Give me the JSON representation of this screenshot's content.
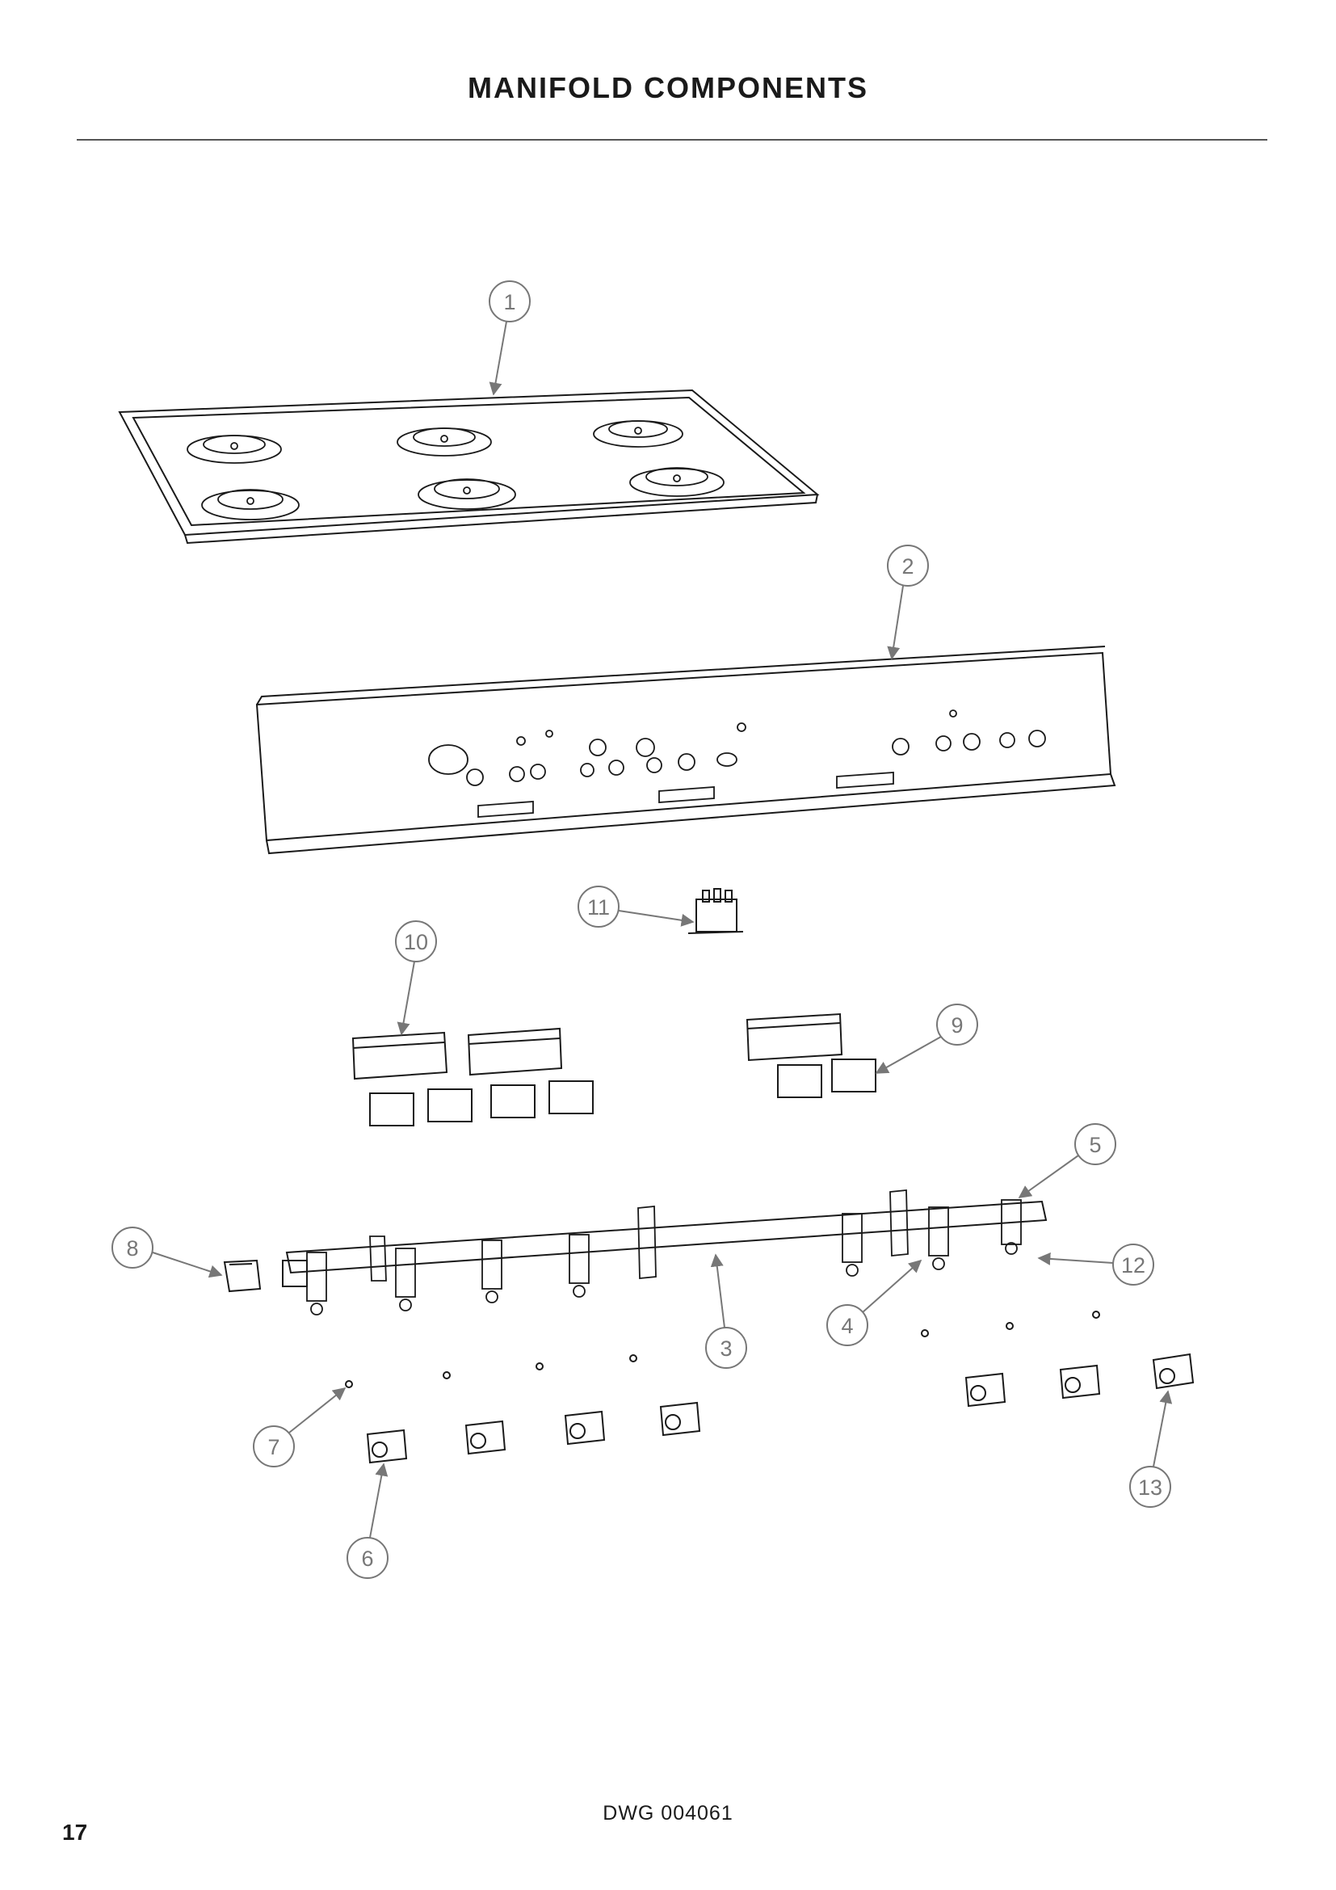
{
  "page": {
    "title": "MANIFOLD COMPONENTS",
    "drawing_number": "DWG 004061",
    "page_number": "17"
  },
  "callouts": {
    "c1": "1",
    "c2": "2",
    "c3": "3",
    "c4": "4",
    "c5": "5",
    "c6": "6",
    "c7": "7",
    "c8": "8",
    "c9": "9",
    "c10": "10",
    "c11": "11",
    "c12": "12",
    "c13": "13"
  }
}
